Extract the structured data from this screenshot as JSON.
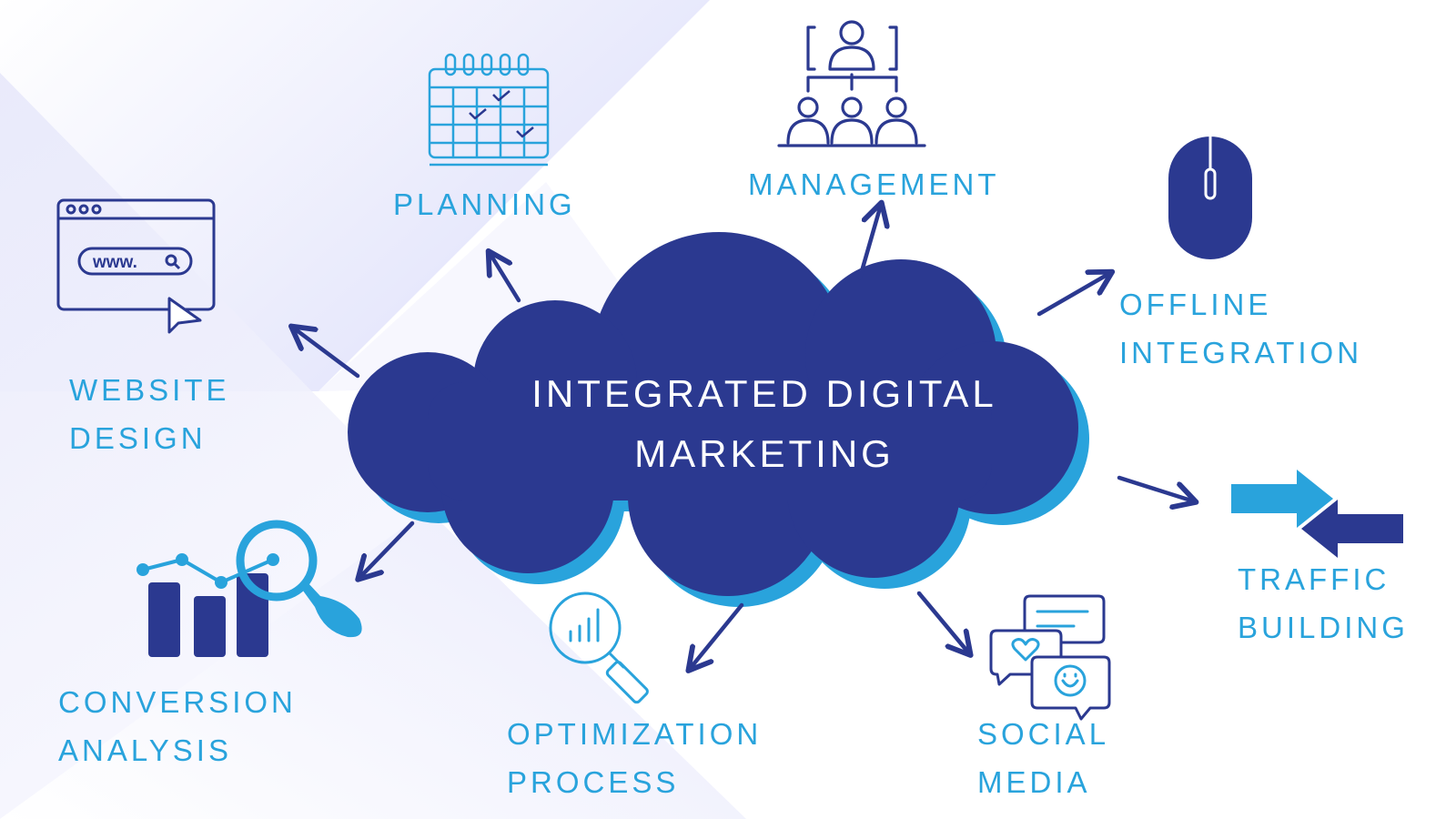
{
  "center": {
    "line1": "INTEGRATED DIGITAL",
    "line2": "MARKETING"
  },
  "nodes": {
    "planning": {
      "line1": "PLANNING",
      "icon": "calendar-icon"
    },
    "management": {
      "line1": "MANAGEMENT",
      "icon": "team-hierarchy-icon"
    },
    "offline_integration": {
      "line1": "OFFLINE",
      "line2": "INTEGRATION",
      "icon": "computer-mouse-icon"
    },
    "website_design": {
      "line1": "WEBSITE",
      "line2": "DESIGN",
      "icon": "browser-window-icon"
    },
    "traffic_building": {
      "line1": "TRAFFIC",
      "line2": "BUILDING",
      "icon": "two-way-arrows-icon"
    },
    "conversion_analysis": {
      "line1": "CONVERSION",
      "line2": "ANALYSIS",
      "icon": "bar-chart-magnifier-icon"
    },
    "optimization_process": {
      "line1": "OPTIMIZATION",
      "line2": "PROCESS",
      "icon": "search-chart-icon"
    },
    "social_media": {
      "line1": "SOCIAL",
      "line2": "MEDIA",
      "icon": "chat-bubbles-icon"
    }
  },
  "browser": {
    "url_text": "www."
  },
  "colors": {
    "navy": "#2b3990",
    "light_blue": "#29a3dc",
    "background_tint": "#e8e9fb"
  }
}
